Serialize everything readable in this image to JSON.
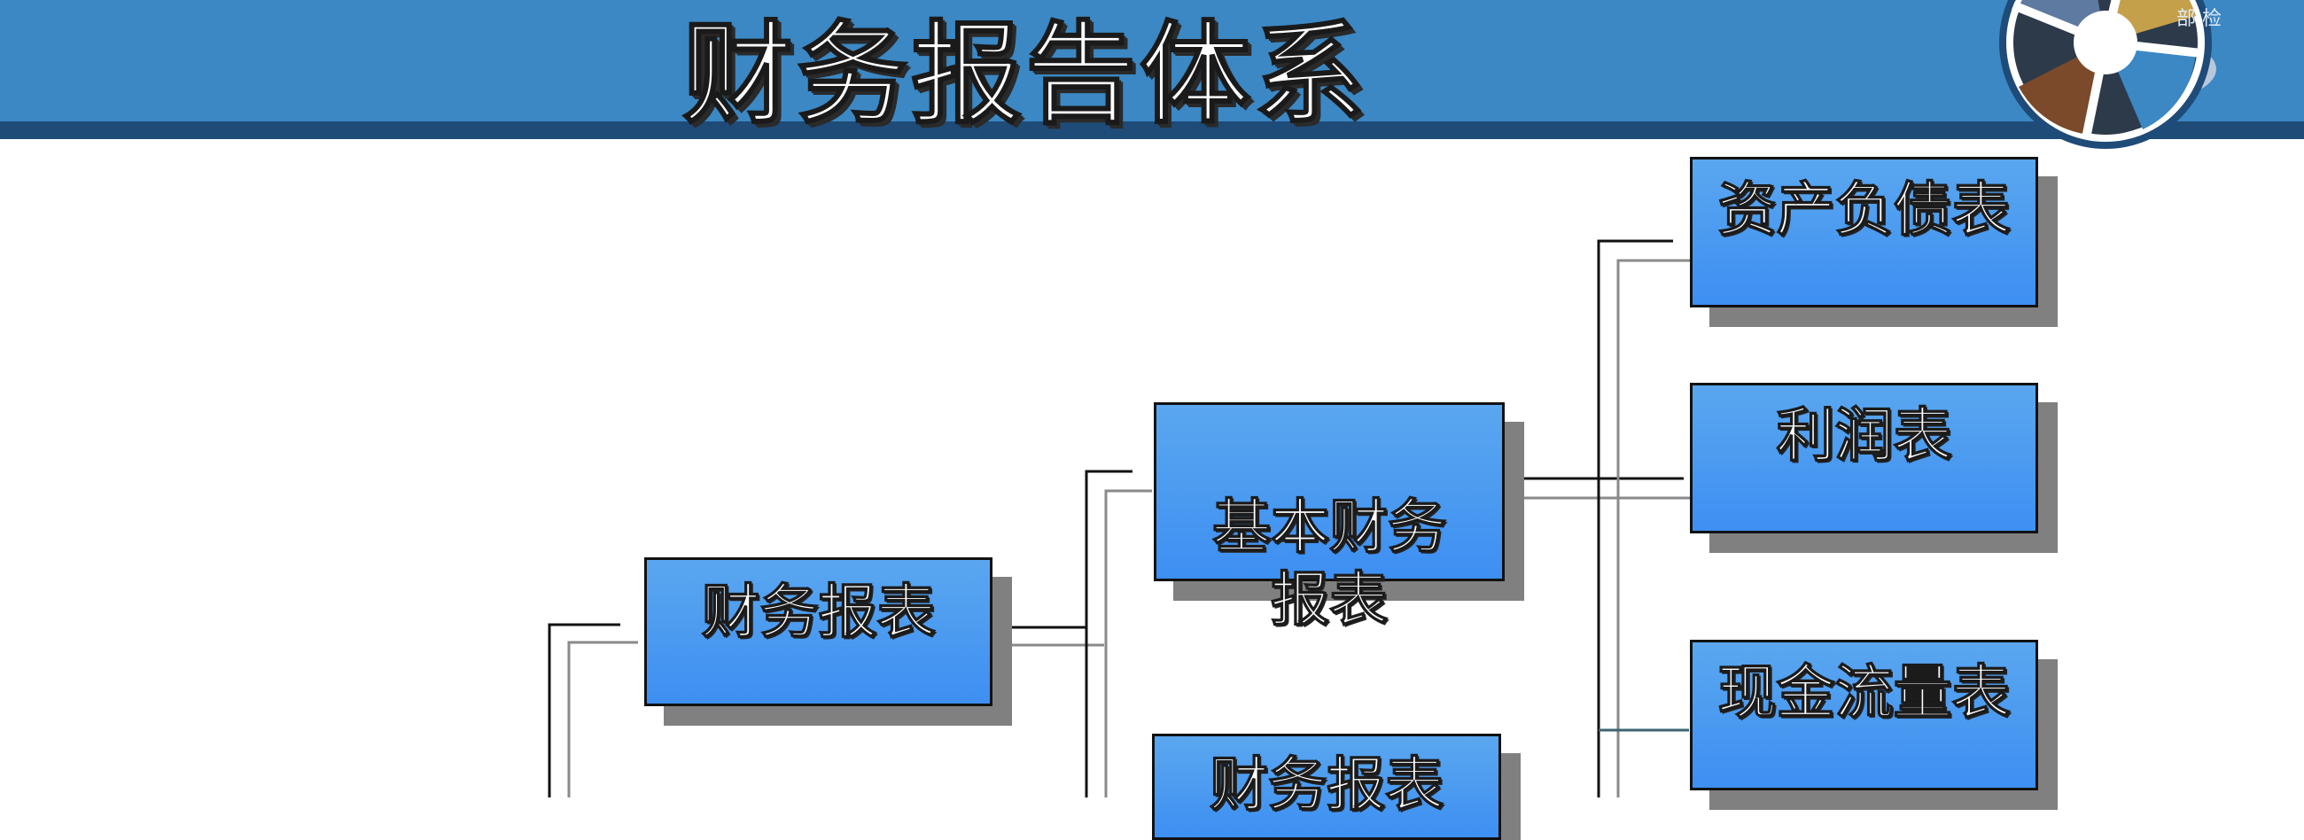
{
  "slide": {
    "title": "财务报告体系",
    "logo_partial_text": "部 检"
  },
  "diagram": {
    "root": "财务报表",
    "level2": {
      "basic_statements": "基本财务\n报表",
      "partial_box": "财务报表"
    },
    "level3": {
      "balance_sheet": "资产负债表",
      "income_statement": "利润表",
      "cash_flow_statement": "现金流量表"
    }
  },
  "colors": {
    "header_bg": "#3b88c4",
    "header_stripe": "#1f4b78",
    "box_fill_top": "#5aa7ef",
    "box_fill_bottom": "#3d8ff2",
    "box_shadow": "#808080"
  }
}
